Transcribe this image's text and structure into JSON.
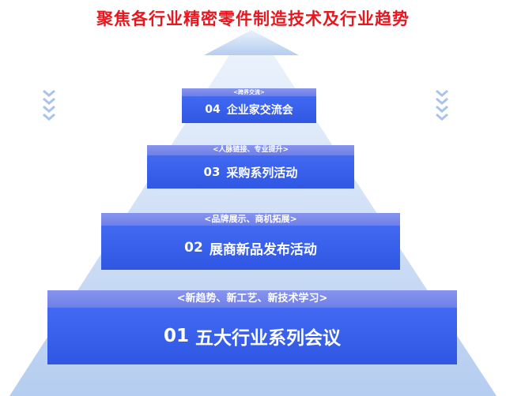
{
  "title": "聚焦各行业精密零件制造技术及行业趋势",
  "colors": {
    "title": "#e8171f",
    "arrow_light": "#eaf2fc",
    "arrow_dark": "#b5cdf0",
    "cap_top": "#8794ee",
    "cap_bottom": "#6f7fe6",
    "face_top": "#4169f2",
    "face_bottom": "#2f57e3",
    "text": "#ffffff",
    "chevron": "#a9c4ea"
  },
  "tiers": [
    {
      "number": "04",
      "title": "企业家交流会",
      "subtitle": "<跨界交流>"
    },
    {
      "number": "03",
      "title": "采购系列活动",
      "subtitle": "<人脉链接、专业提升>"
    },
    {
      "number": "02",
      "title": "展商新品发布活动",
      "subtitle": "<品牌展示、商机拓展>"
    },
    {
      "number": "01",
      "title": "五大行业系列会议",
      "subtitle": "<新趋势、新工艺、新技术学习>"
    }
  ],
  "icons": {
    "left": "chevron-double-down-icon",
    "right": "chevron-double-down-icon"
  }
}
